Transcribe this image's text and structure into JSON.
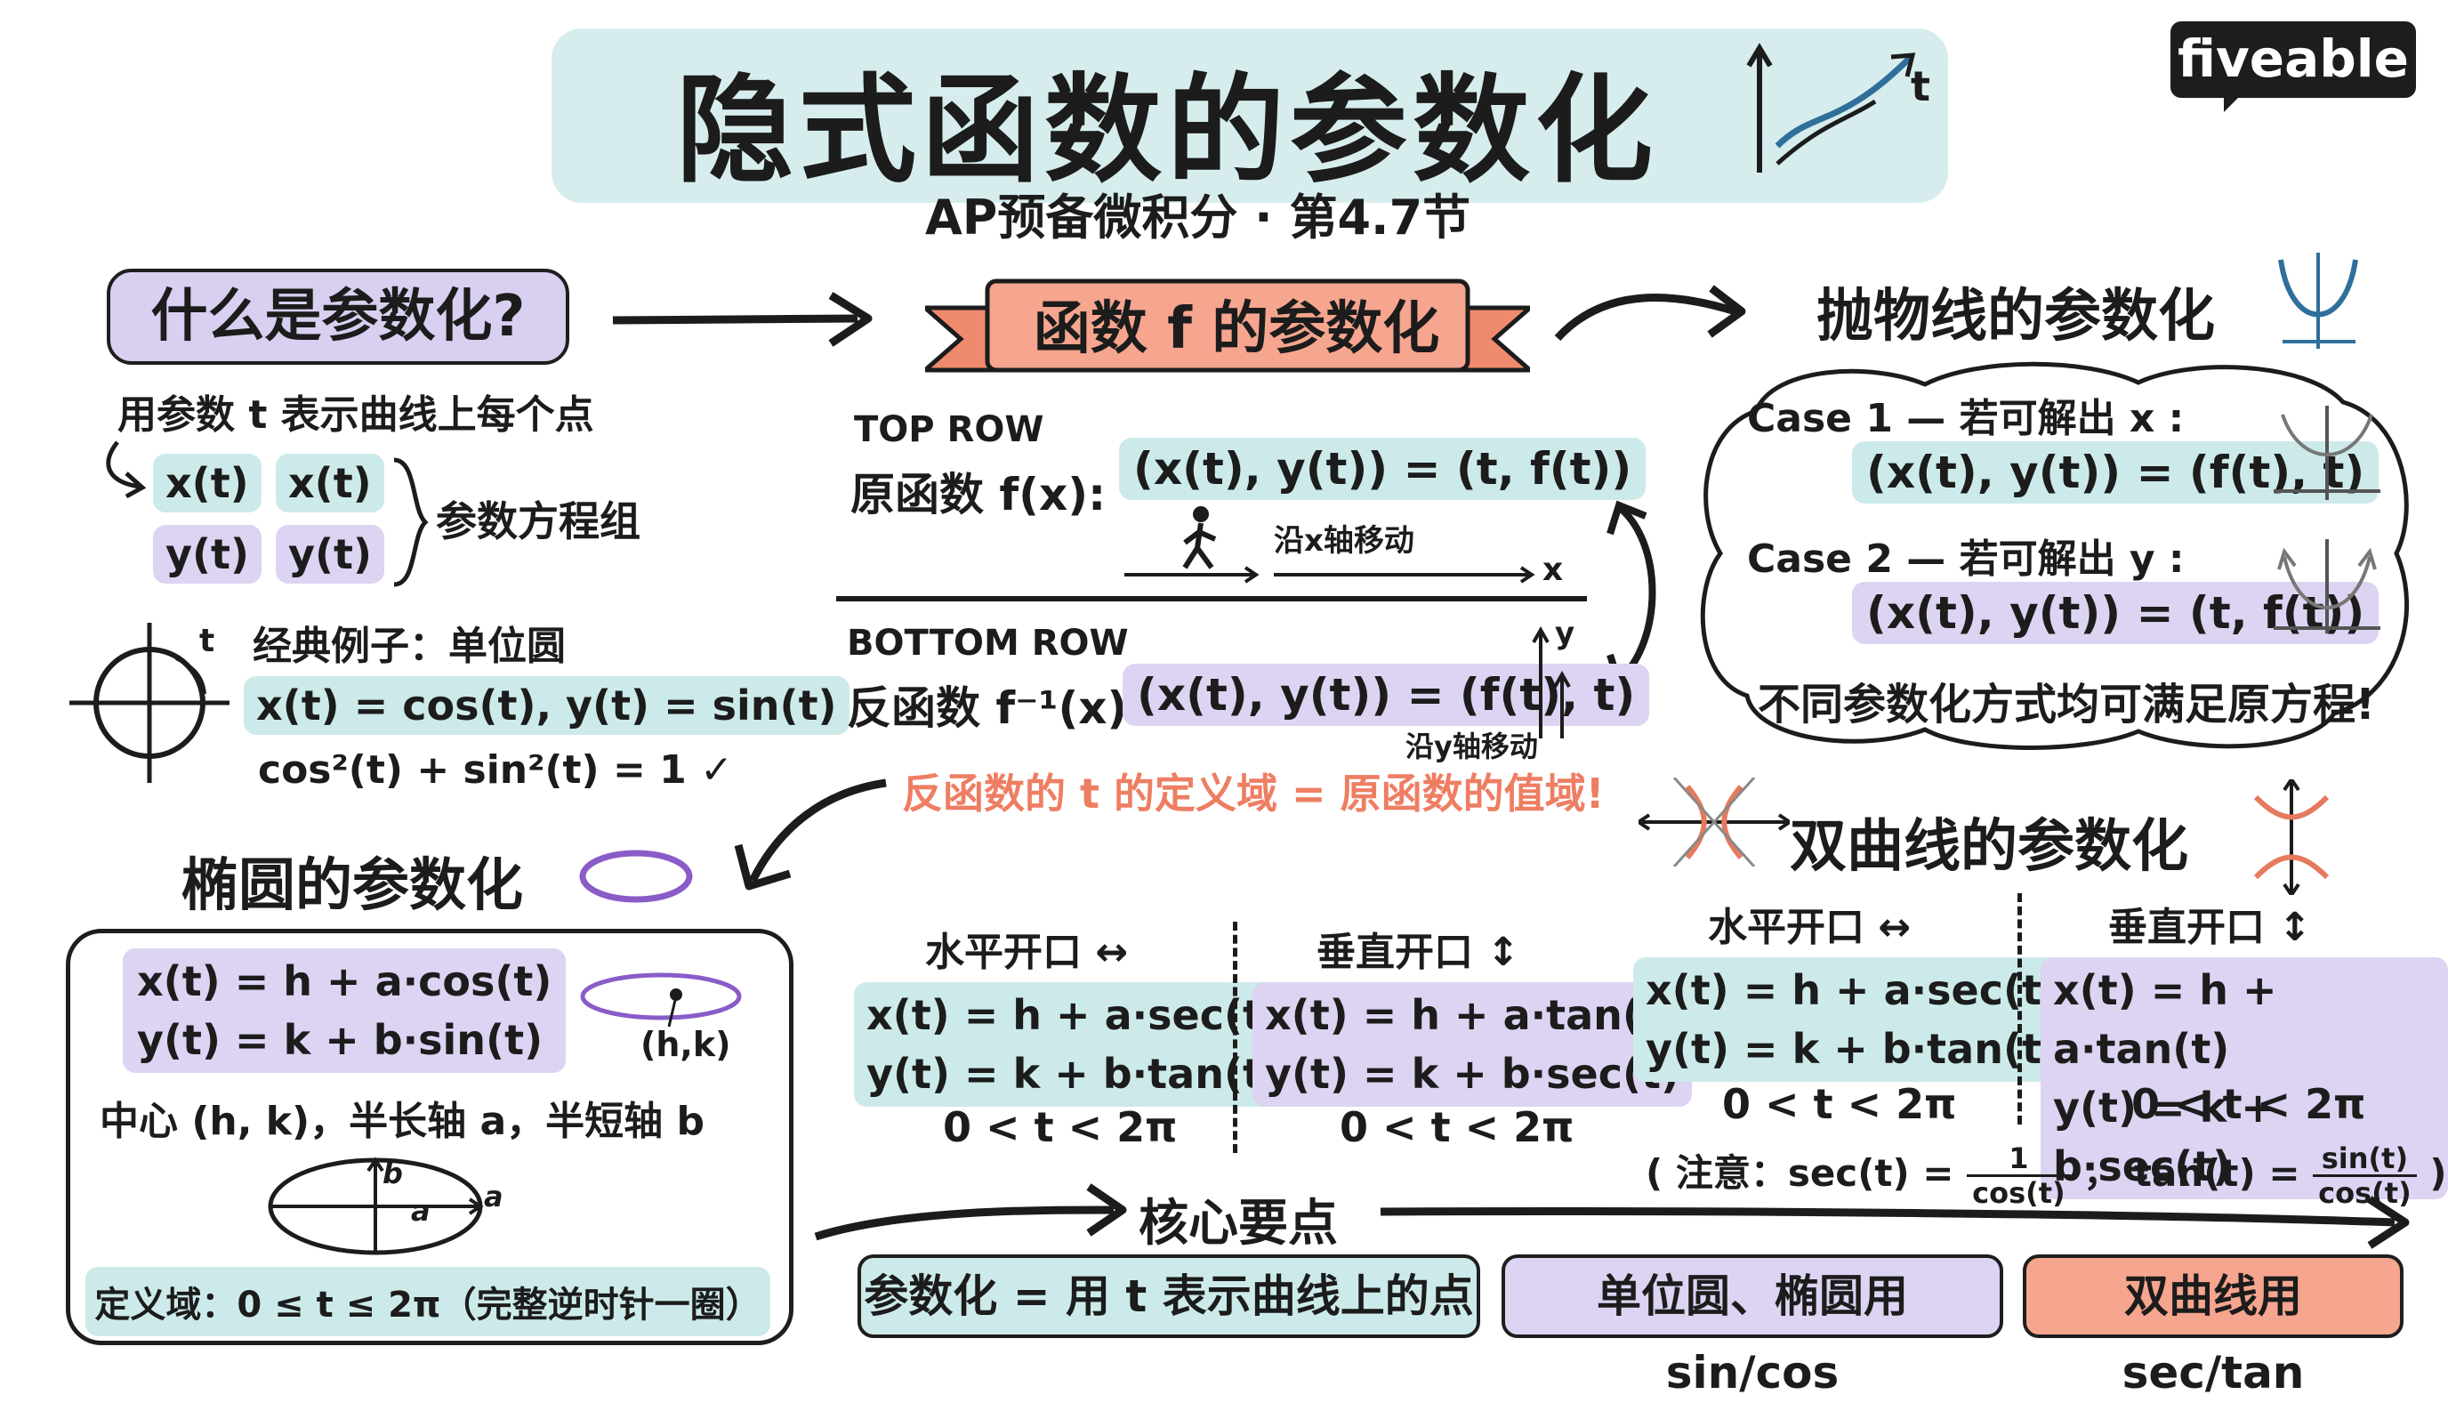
{
  "header": {
    "title": "隐式函数的参数化",
    "subtitle": "AP预备微积分 · 第4.7节",
    "logo": "fiveable",
    "title_icon_label": "t"
  },
  "what": {
    "heading": "什么是参数化?",
    "desc": "用参数 t 表示曲线上每个点",
    "pairs": [
      "x(t)",
      "x(t)",
      "y(t)",
      "y(t)"
    ],
    "system_label": "参数方程组",
    "classic_label": "经典例子：单位圆",
    "circle_t": "t",
    "circle_eq": "x(t) = cos(t), y(t) = sin(t)",
    "identity": "cos²(t) + sin²(t) = 1 ✓"
  },
  "function_param": {
    "ribbon": "函数 f 的参数化",
    "top_row_label": "TOP ROW",
    "top_fn": "原函数 f(x):",
    "top_eq": "(x(t), y(t)) = (t, f(t))",
    "along_x": "沿x轴移动",
    "x_axis": "x",
    "bottom_row_label": "BOTTOM ROW",
    "bottom_fn": "反函数 f⁻¹(x):",
    "bottom_eq": "(x(t), y(t)) = (f(t), t)",
    "y_axis": "y",
    "along_y": "沿y轴移动",
    "warning": "反函数的 t 的定义域 = 原函数的值域!"
  },
  "parabola": {
    "title": "抛物线的参数化",
    "case1": "Case 1 — 若可解出 x :",
    "case1_eq": "(x(t), y(t)) = (f(t), t)",
    "case2": "Case 2 — 若可解出 y :",
    "case2_eq": "(x(t), y(t)) = (t, f(t))",
    "note": "不同参数化方式均可满足原方程!"
  },
  "ellipse": {
    "title": "椭圆的参数化",
    "eq1": "x(t) = h + a·cos(t)",
    "eq2": "y(t) = k + b·sin(t)",
    "hk": "(h,k)",
    "center_desc": "中心 (h, k)，半长轴 a，半短轴 b",
    "label_a": "a",
    "label_b": "b",
    "domain": "定义域：0 ≤ t ≤ 2π（完整逆时针一圈）"
  },
  "hyperbola": {
    "title": "双曲线的参数化",
    "left": {
      "horiz_head": "水平开口 ↔",
      "horiz_eq1": "x(t) = h + a·sec(t)",
      "horiz_eq2": "y(t) = k + b·tan(t)",
      "horiz_range": "0 < t < 2π",
      "vert_head": "垂直开口 ↕",
      "vert_eq1": "x(t) = h + a·tan(t)",
      "vert_eq2": "y(t) = k + b·sec(t)",
      "vert_range": "0 < t < 2π"
    },
    "right": {
      "horiz_head": "水平开口 ↔",
      "horiz_eq1": "x(t) = h + a·sec(t)",
      "horiz_eq2": "y(t) = k + b·tan(t)",
      "horiz_range": "0 < t < 2π",
      "vert_head": "垂直开口 ↕",
      "vert_eq1": "x(t) = h + a·tan(t)",
      "vert_eq2": "y(t) = k + b·sec(t)",
      "vert_range": "0 < t < 2π"
    },
    "note_prefix": "( 注意：sec(t) =",
    "note_mid": "， tan(t) =",
    "note_suffix": ")",
    "sec_num": "1",
    "sec_den": "cos(t)",
    "tan_num": "sin(t)",
    "tan_den": "cos(t)"
  },
  "core": {
    "title": "核心要点",
    "items": [
      "参数化 = 用 t 表示曲线上的点",
      "单位圆、椭圆用 sin/cos",
      "双曲线用 sec/tan"
    ]
  },
  "colors": {
    "mint": "#cdeaea",
    "lavender": "#ddd3f2",
    "salmon": "#f6a58e",
    "warning_text": "#ee7e62",
    "ellipse_purple": "#8a5cc8",
    "curve_blue": "#2f6f9a"
  }
}
